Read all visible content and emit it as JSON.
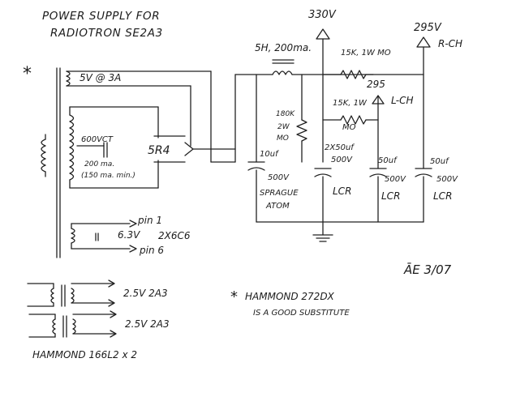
{
  "title_line1": "POWER SUPPLY FOR",
  "title_line2": "RADIOTRON SE2A3",
  "asterisk": "*",
  "winding_5v": "5V @ 3A",
  "winding_hv": "600VCT",
  "winding_hv_current": "200 ma.",
  "winding_hv_min": "(150 ma. min.)",
  "rectifier": "5R4",
  "heater_winding": "6.3V",
  "heater_tubes": "2X6C6",
  "pin1": "pin 1",
  "pin6": "pin 6",
  "choke": "5H, 200ma.",
  "bleeder_value": "180K",
  "bleeder_watts": "2W",
  "bleeder_type": "MO",
  "cap1_value": "10uf",
  "cap1_voltage": "500V",
  "cap1_brand": "SPRAGUE",
  "cap1_part": "ATOM",
  "cap2_value": "2X50uf",
  "cap2_voltage": "500V",
  "cap2_type": "LCR",
  "node_330": "330V",
  "res_rch_value": "15K, 1W MO",
  "node_295_rch": "295V",
  "rch_label": "R-CH",
  "node_295_lch": "295",
  "lch_label": "L-CH",
  "res_lch_value": "15K, 1W",
  "res_lch_type": "MO",
  "cap3_value": "50uf",
  "cap3_voltage": "500V",
  "cap3_type": "LCR",
  "cap4_value": "50uf",
  "cap4_voltage": "500V",
  "cap4_type": "LCR",
  "filament1": "2.5V  2A3",
  "filament2": "2.5V  2A3",
  "filament_xfmr": "HAMMOND 166L2 x 2",
  "note_star": "*",
  "note_line1": "HAMMOND 272DX",
  "note_line2": "IS A GOOD SUBSTITUTE",
  "signature": "ĀE 3/07"
}
